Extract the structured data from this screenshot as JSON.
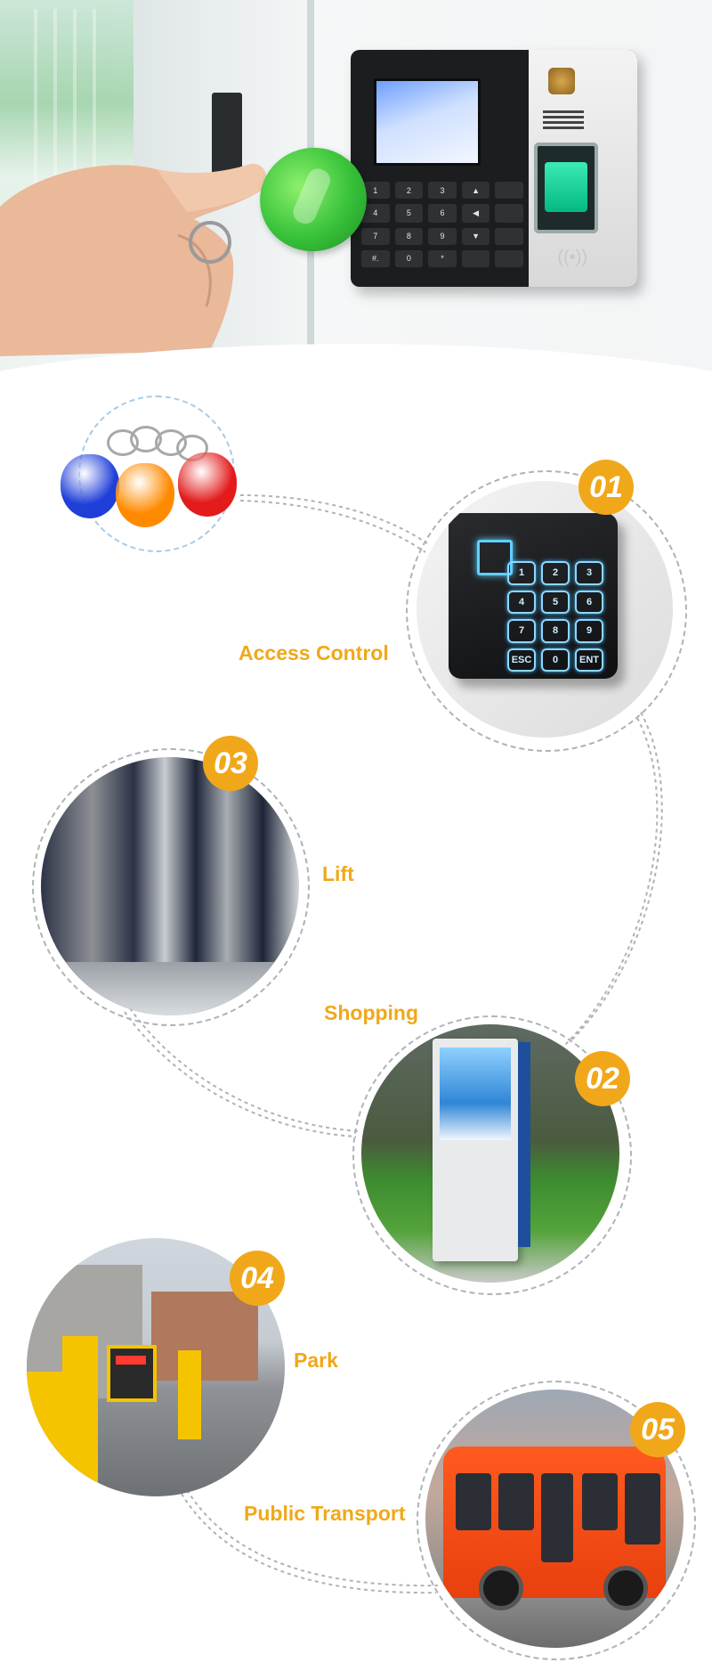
{
  "hero": {
    "terminal_keys": [
      "1",
      "2",
      "3",
      "▲",
      "",
      "4",
      "5",
      "6",
      "◀",
      "",
      "7",
      "8",
      "9",
      "▼",
      "",
      "#.",
      "0",
      "*",
      "",
      ""
    ],
    "rf_symbol": "((•))"
  },
  "keyfobs": {
    "colors": [
      "#1f3fd9",
      "#ff8a00",
      "#e31b1b"
    ]
  },
  "items": [
    {
      "id": "access",
      "number": "01",
      "label": "Access Control"
    },
    {
      "id": "shopping",
      "number": "02",
      "label": "Shopping"
    },
    {
      "id": "lift",
      "number": "03",
      "label": "Lift"
    },
    {
      "id": "park",
      "number": "04",
      "label": "Park"
    },
    {
      "id": "transport",
      "number": "05",
      "label": "Public Transport"
    }
  ],
  "reader": {
    "keys": [
      "1",
      "2",
      "3",
      "4",
      "5",
      "6",
      "7",
      "8",
      "9",
      "ESC",
      "0",
      "ENT"
    ]
  },
  "colors": {
    "accent": "#f0a81a",
    "path": "#aeb3b7"
  }
}
